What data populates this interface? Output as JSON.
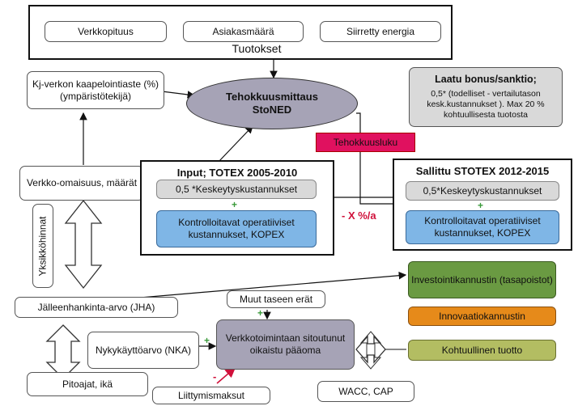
{
  "top": {
    "items": [
      "Verkkopituus",
      "Asiakasmäärä",
      "Siirretty energia"
    ],
    "title": "Tuotokset"
  },
  "kaapelointi": "Kj-verkon kaapelointiaste (%) (ympäristötekijä)",
  "tehokkuus": {
    "line1": "Tehokkuusmittaus",
    "line2": "StoNED"
  },
  "laatu": {
    "title": "Laatu bonus/sanktio;",
    "text": "0,5* (todelliset - vertailutason kesk.kustannukset ). Max 20 % kohtuullisesta tuotosta"
  },
  "tehokkuusluku": "Tehokkuusluku",
  "verkko_omaisuus": "Verkko-omaisuus, määrät",
  "yksikkohinnat": "Yksikköhinnat",
  "input": {
    "title": "Input; TOTEX 2005-2010",
    "gray": "0,5 *Keskeytyskustannukset",
    "plus": "+",
    "blue": "Kontrolloitavat operatiiviset kustannukset, KOPEX"
  },
  "sallittu": {
    "title": "Sallittu STOTEX 2012-2015",
    "gray": "0,5*Keskeytyskustannukset",
    "plus": "+",
    "blue": "Kontrolloitavat operatiiviset kustannukset, KOPEX"
  },
  "minus_x": "- X %/a",
  "jha": "Jälleenhankinta-arvo (JHA)",
  "muut": "Muut taseen erät",
  "muut_sign": "+",
  "investointi": "Investointikannustin (tasapoistot)",
  "innovaatio": "Innovaatiokannustin",
  "kohtuullinen": "Kohtuullinen tuotto",
  "nka": "Nykykäyttöarvo (NKA)",
  "nka_sign": "+",
  "paaoma": "Verkkotoimintaan sitoutunut oikaistu pääoma",
  "pitoajat": "Pitoajat, ikä",
  "liittymis": "Liittymismaksut",
  "liittymis_sign": "-",
  "wacc": "WACC, CAP",
  "colors": {
    "ellipse": "#a6a3b6",
    "red_label": "#e0115f",
    "green_box": "#6a9a42",
    "orange_box": "#e68a1a",
    "olive_box": "#b3bd62",
    "gray_box": "#d9d9d9",
    "blue_box": "#7fb6e6",
    "plus_green": "#3a9a3a",
    "minus_red": "#d0103a"
  }
}
